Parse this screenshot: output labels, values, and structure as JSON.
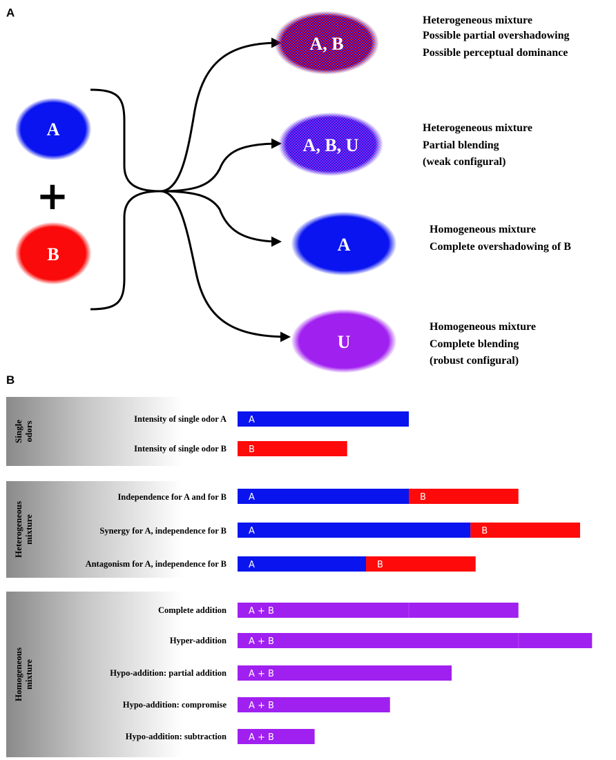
{
  "colors": {
    "a_blue": "#0a14f0",
    "b_red": "#fa0a0a",
    "u_purple": "#a020f0",
    "bar_blue": "#0a14ee",
    "bar_red": "#ff0a0a",
    "bar_purple": "#a020f0"
  },
  "panel_a": {
    "letter": "A",
    "plus": "+",
    "inputs": [
      {
        "label": "A",
        "color": "blue"
      },
      {
        "label": "B",
        "color": "red"
      }
    ],
    "outcomes": [
      {
        "oval_label": "A, B",
        "fill": "red-blue-grid",
        "lines": [
          "Heterogeneous mixture",
          "Possible partial overshadowing",
          "Possible perceptual dominance"
        ]
      },
      {
        "oval_label": "A, B, U",
        "fill": "blue-purple-grid",
        "lines": [
          "Heterogeneous mixture",
          "Partial blending",
          "(weak configural)"
        ]
      },
      {
        "oval_label": "A",
        "fill": "blue",
        "lines": [
          "Homogeneous mixture",
          "Complete overshadowing of B"
        ]
      },
      {
        "oval_label": "U",
        "fill": "purple",
        "lines": [
          "Homogeneous mixture",
          "Complete blending",
          "(robust configural)"
        ]
      }
    ]
  },
  "panel_b": {
    "letter": "B",
    "groups": [
      {
        "label_lines": [
          "Single",
          "odors"
        ],
        "rows": [
          {
            "label": "Intensity of single odor A",
            "segments": [
              {
                "text": "A",
                "color": "blue",
                "value": 1.0
              }
            ]
          },
          {
            "label": "Intensity of single odor B",
            "segments": [
              {
                "text": "B",
                "color": "red",
                "value": 0.64
              }
            ]
          }
        ]
      },
      {
        "label_lines": [
          "Heterogeneous",
          "mixture"
        ],
        "rows": [
          {
            "label": "Independence for A and for B",
            "segments": [
              {
                "text": "A",
                "color": "blue",
                "value": 1.0
              },
              {
                "text": "B",
                "color": "red",
                "value": 0.64
              }
            ]
          },
          {
            "label": "Synergy for A, independence for B",
            "segments": [
              {
                "text": "A",
                "color": "blue",
                "value": 1.36
              },
              {
                "text": "B",
                "color": "red",
                "value": 0.64
              }
            ]
          },
          {
            "label": "Antagonism for A, independence for B",
            "segments": [
              {
                "text": "A",
                "color": "blue",
                "value": 0.75
              },
              {
                "text": "B",
                "color": "red",
                "value": 0.64
              }
            ]
          }
        ]
      },
      {
        "label_lines": [
          "Homogeneous",
          "mixture"
        ],
        "rows": [
          {
            "label": "Complete addition",
            "segments": [
              {
                "text": "A + B",
                "color": "purple",
                "value": 1.0
              },
              {
                "text": "",
                "color": "purple",
                "value": 0.64
              }
            ]
          },
          {
            "label": "Hyper-addition",
            "segments": [
              {
                "text": "A + B",
                "color": "purple",
                "value": 1.64
              },
              {
                "text": "",
                "color": "purple",
                "value": 0.43
              }
            ]
          },
          {
            "label": "Hypo-addition: partial addition",
            "segments": [
              {
                "text": "A + B",
                "color": "purple",
                "value": 1.25
              }
            ]
          },
          {
            "label": "Hypo-addition: compromise",
            "segments": [
              {
                "text": "A + B",
                "color": "purple",
                "value": 0.89
              }
            ]
          },
          {
            "label": "Hypo-addition: subtraction",
            "segments": [
              {
                "text": "A + B",
                "color": "purple",
                "value": 0.45
              }
            ]
          }
        ]
      }
    ]
  }
}
